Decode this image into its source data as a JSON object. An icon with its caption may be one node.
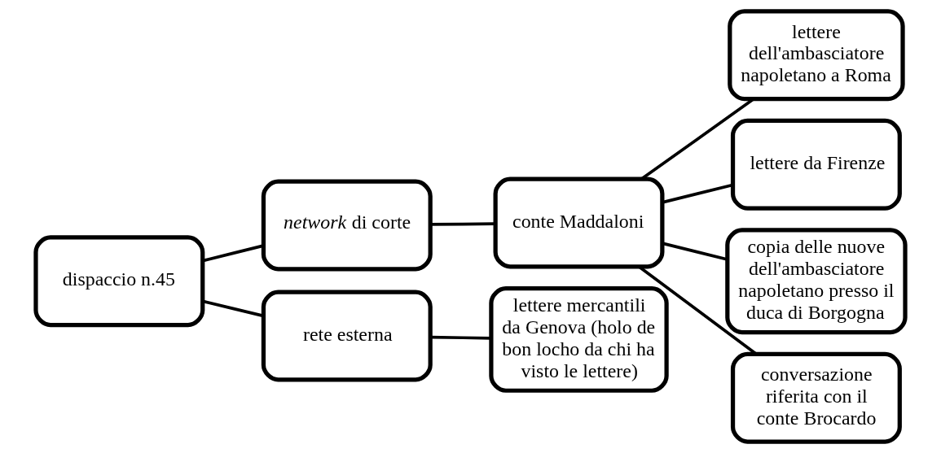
{
  "diagram": {
    "nodes": [
      {
        "text": [
          "dispaccio n.45"
        ]
      },
      {
        "text": [
          "*network* di corte"
        ]
      },
      {
        "text": [
          "rete esterna"
        ]
      },
      {
        "text": [
          "conte Maddaloni"
        ]
      },
      {
        "text": [
          "lettere mercantili da Genova (holo de bon locho da chi ha visto le lettere)"
        ]
      },
      {
        "text": [
          "lettere dell'ambasciatore napoletano a Roma"
        ]
      },
      {
        "text": [
          "lettere da Firenze"
        ]
      },
      {
        "text": [
          "copia delle nuove dell'ambasciatore napoletano presso il duca di Borgogna"
        ]
      },
      {
        "text": [
          "conversazione riferita con il conte Brocardo"
        ]
      }
    ],
    "edges": [
      {
        "from": 0,
        "to": 1,
        "arrow": "none"
      },
      {
        "from": 0,
        "to": 2,
        "arrow": "none"
      },
      {
        "from": 1,
        "to": 3,
        "arrow": "none"
      },
      {
        "from": 2,
        "to": 4,
        "arrow": "none"
      },
      {
        "from": 3,
        "to": 5,
        "arrow": "none"
      },
      {
        "from": 3,
        "to": 6,
        "arrow": "none"
      },
      {
        "from": 3,
        "to": 7,
        "arrow": "none"
      },
      {
        "from": 3,
        "to": 8,
        "arrow": "none"
      }
    ]
  }
}
